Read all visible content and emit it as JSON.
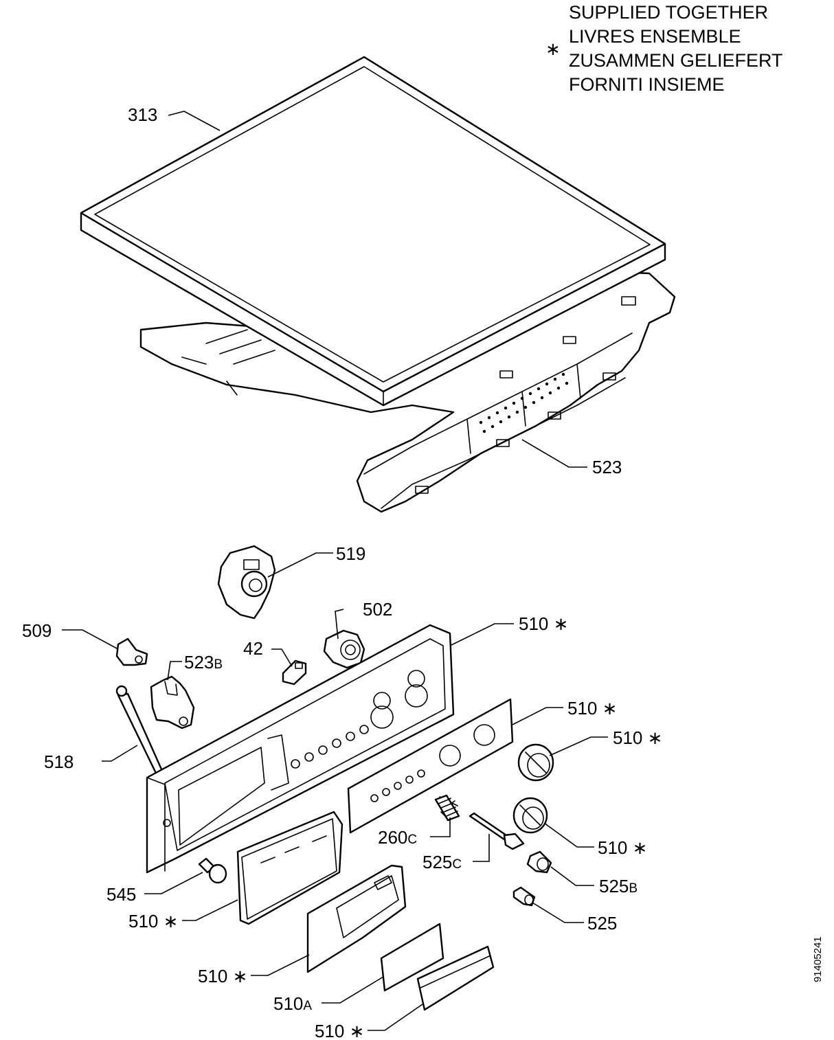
{
  "legend": {
    "asterisk": "∗",
    "lines": [
      "SUPPLIED TOGETHER",
      "LIVRES ENSEMBLE",
      "ZUSAMMEN GELIEFERT",
      "FORNITI INSIEME"
    ]
  },
  "document_id": "91405241",
  "asterisk": "∗",
  "callouts": [
    {
      "id": "313",
      "main": "313",
      "sub": "",
      "star": false
    },
    {
      "id": "523",
      "main": "523",
      "sub": "",
      "star": false
    },
    {
      "id": "519",
      "main": "519",
      "sub": "",
      "star": false
    },
    {
      "id": "502",
      "main": "502",
      "sub": "",
      "star": false
    },
    {
      "id": "509",
      "main": "509",
      "sub": "",
      "star": false
    },
    {
      "id": "42",
      "main": "42",
      "sub": "",
      "star": false
    },
    {
      "id": "523B",
      "main": "523",
      "sub": "B",
      "star": false
    },
    {
      "id": "510-panel",
      "main": "510",
      "sub": "",
      "star": true
    },
    {
      "id": "510-faceplate",
      "main": "510",
      "sub": "",
      "star": true
    },
    {
      "id": "510-knob-upper",
      "main": "510",
      "sub": "",
      "star": true
    },
    {
      "id": "510-knob-lower",
      "main": "510",
      "sub": "",
      "star": true
    },
    {
      "id": "518",
      "main": "518",
      "sub": "",
      "star": false
    },
    {
      "id": "260C",
      "main": "260",
      "sub": "C",
      "star": false
    },
    {
      "id": "525C",
      "main": "525",
      "sub": "C",
      "star": false
    },
    {
      "id": "525B",
      "main": "525",
      "sub": "B",
      "star": false
    },
    {
      "id": "525",
      "main": "525",
      "sub": "",
      "star": false
    },
    {
      "id": "545",
      "main": "545",
      "sub": "",
      "star": false
    },
    {
      "id": "510-drawer-front",
      "main": "510",
      "sub": "",
      "star": true
    },
    {
      "id": "510-handle",
      "main": "510",
      "sub": "",
      "star": true
    },
    {
      "id": "510A",
      "main": "510",
      "sub": "A",
      "star": false
    },
    {
      "id": "510-cover",
      "main": "510",
      "sub": "",
      "star": true
    }
  ]
}
